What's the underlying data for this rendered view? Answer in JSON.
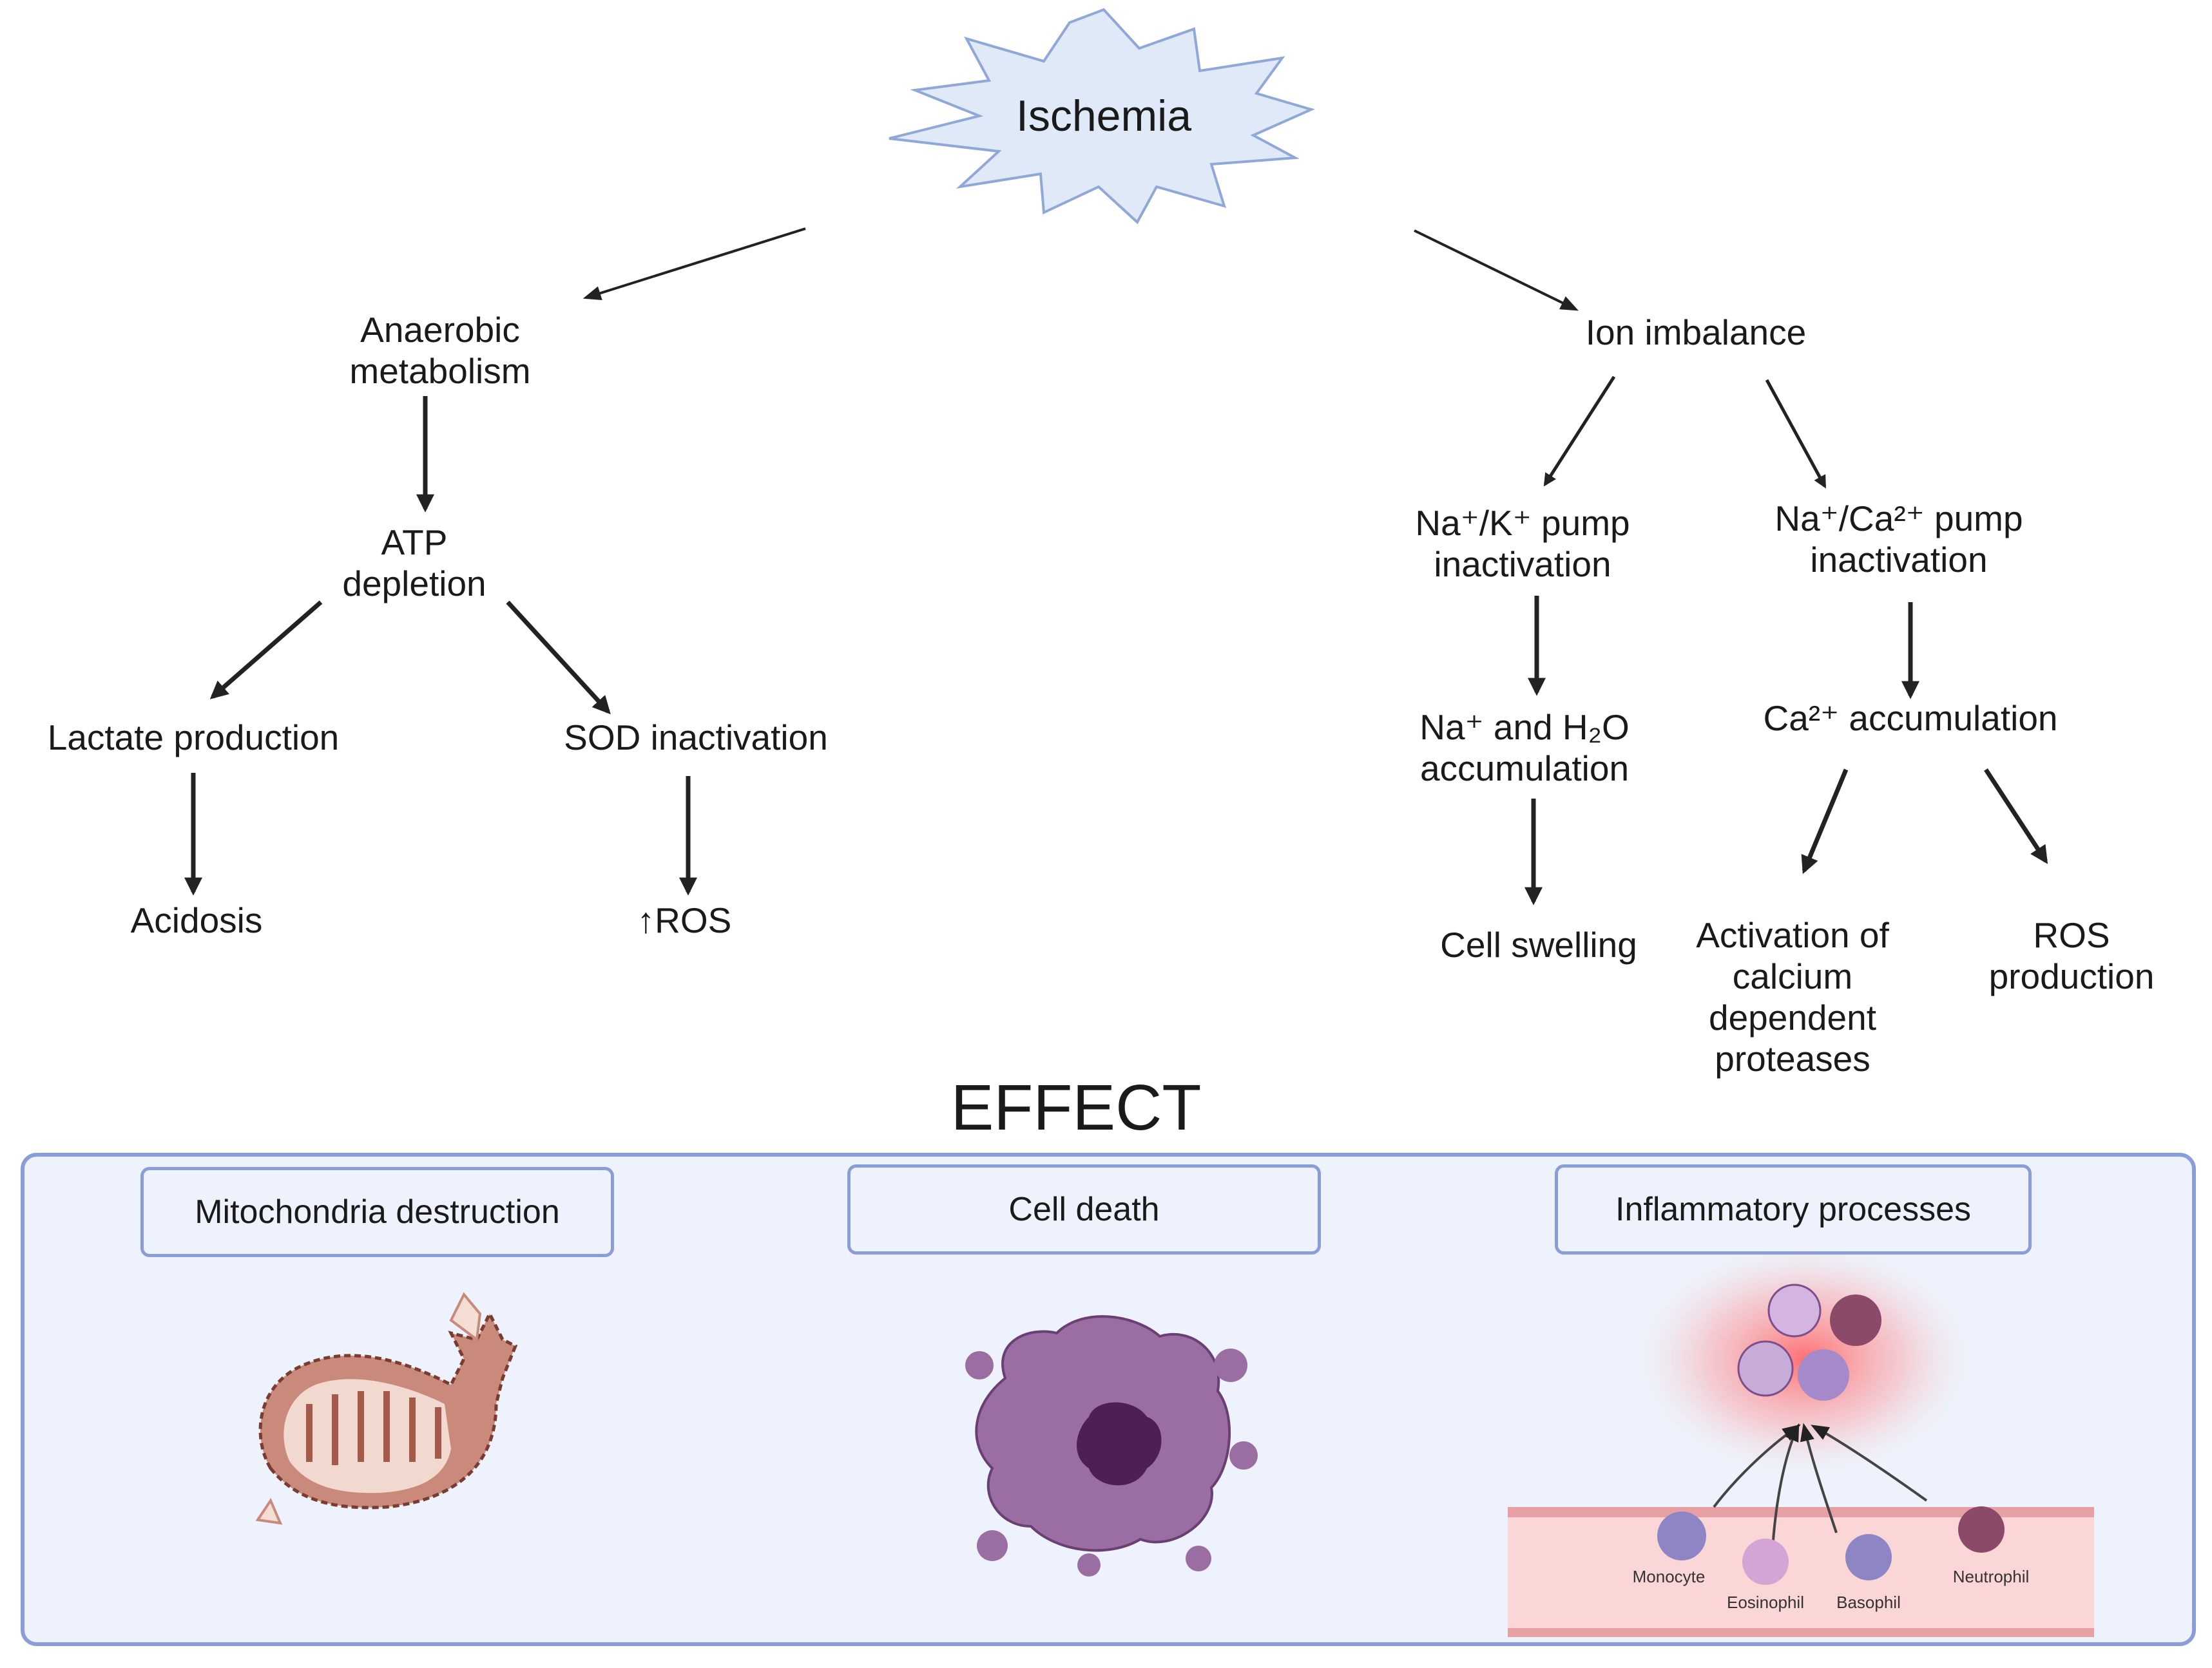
{
  "root": {
    "label": "Ischemia"
  },
  "left": {
    "anaerobic": "Anaerobic\nmetabolism",
    "atp": "ATP\ndepletion",
    "lactate": "Lactate production",
    "sod": "SOD inactivation",
    "acidosis": "Acidosis",
    "ros_up": "↑ROS"
  },
  "right": {
    "ion": "Ion imbalance",
    "nak": "Na⁺/K⁺ pump\ninactivation",
    "naca": "Na⁺/Ca²⁺ pump\ninactivation",
    "na_h2o": "Na⁺ and H₂O\naccumulation",
    "ca_acc": "Ca²⁺ accumulation",
    "swelling": "Cell swelling",
    "proteases": "Activation of\ncalcium\ndependent\nproteases",
    "ros_prod": "ROS\nproduction"
  },
  "effect": {
    "heading": "EFFECT",
    "panels": [
      "Mitochondria  destruction",
      "Cell death",
      "Inflammatory processes"
    ],
    "cells": [
      "Monocyte",
      "Eosinophil",
      "Basophil",
      "Neutrophil"
    ]
  },
  "colors": {
    "panel_bg": "#edf2fc",
    "panel_border": "#8b9dd6",
    "star_fill": "#dfe9f8",
    "arrow": "#222222"
  }
}
